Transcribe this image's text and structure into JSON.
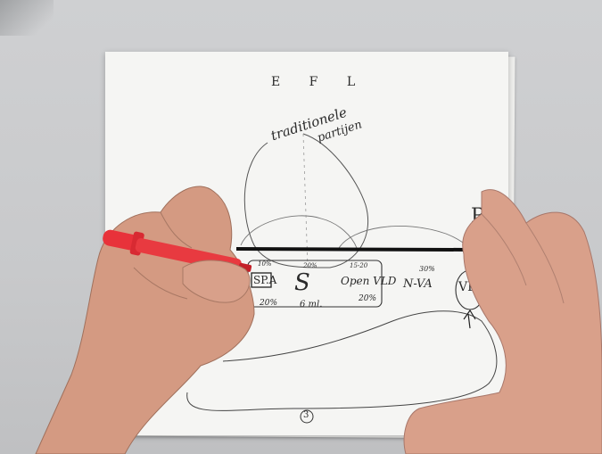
{
  "sheet": {
    "header_letters": "E F L",
    "traditionele": "traditionele",
    "partijen": "partijen",
    "axis_label": "R",
    "parties": [
      {
        "name": "SP.A",
        "top_note": "10%",
        "bottom_note": "20%"
      },
      {
        "name": "S",
        "top_note": "20%",
        "bottom_note": "6 ml."
      },
      {
        "name": "Open VLD",
        "top_note": "15-20",
        "bottom_note": "20%"
      },
      {
        "name": "N-VA",
        "top_note": "30%",
        "bottom_note": ""
      },
      {
        "name": "VB",
        "top_note": "",
        "bottom_note": ""
      }
    ],
    "page_number": "3"
  },
  "colors": {
    "marker": "#e8323a",
    "ink": "#2a2a2a",
    "skin": "#d89a80"
  }
}
